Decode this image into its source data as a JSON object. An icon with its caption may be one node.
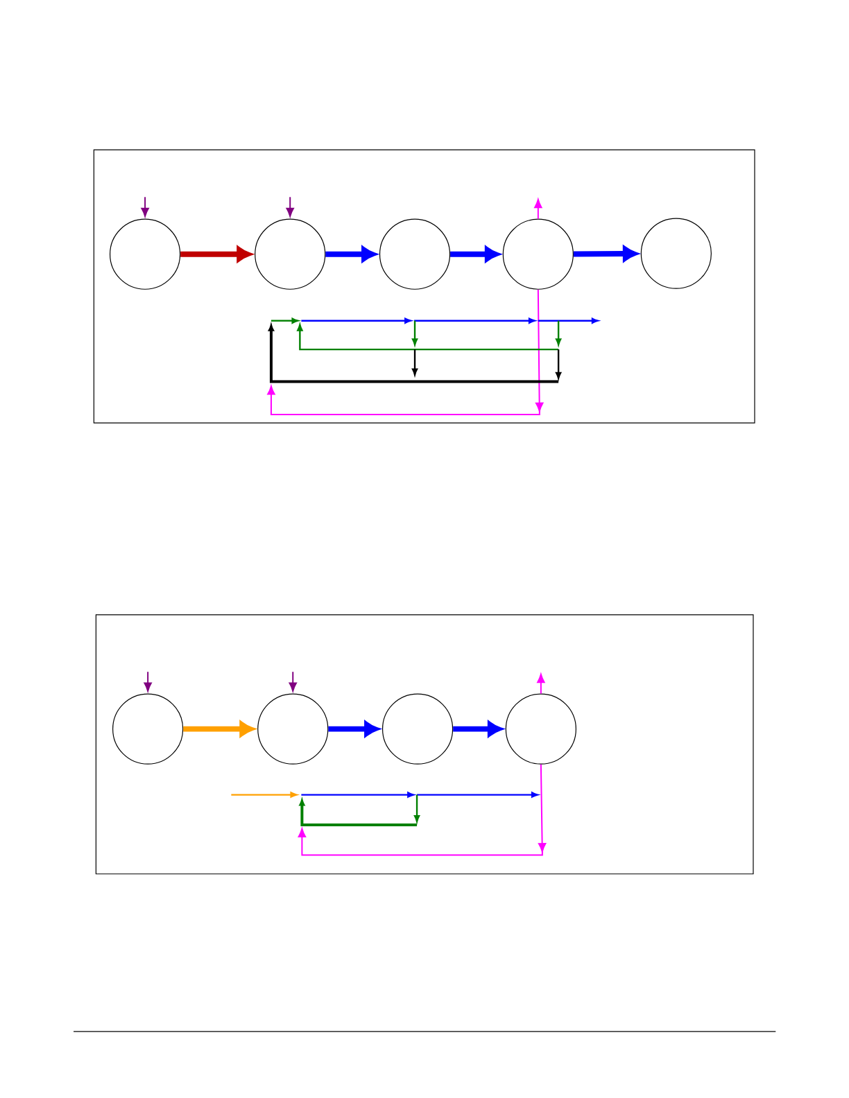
{
  "diagram": {
    "nodes": [
      {
        "text": [],
        "shape": "box"
      },
      {
        "text": [],
        "shape": "circle",
        "in": 0
      },
      {
        "text": [],
        "shape": "circle",
        "in": 0
      },
      {
        "text": [],
        "shape": "circle",
        "in": 0
      },
      {
        "text": [],
        "shape": "circle",
        "in": 0
      },
      {
        "text": [],
        "shape": "circle",
        "in": 0
      },
      {
        "text": [],
        "shape": "box"
      },
      {
        "text": [],
        "shape": "circle",
        "in": 6
      },
      {
        "text": [],
        "shape": "circle",
        "in": 6
      },
      {
        "text": [],
        "shape": "circle",
        "in": 6
      },
      {
        "text": [],
        "shape": "circle",
        "in": 6
      }
    ],
    "edges": [
      {
        "from": null,
        "to": 1,
        "arrow": "to",
        "color": "#800080"
      },
      {
        "from": null,
        "to": 2,
        "arrow": "to",
        "color": "#800080"
      },
      {
        "from": 1,
        "to": 2,
        "arrow": "to",
        "color": "#c00000"
      },
      {
        "from": 2,
        "to": 3,
        "arrow": "to"
      },
      {
        "from": 3,
        "to": 4,
        "arrow": "to"
      },
      {
        "from": 4,
        "to": null,
        "arrow": "to",
        "color": "#ff00ff"
      },
      {
        "from": 4,
        "to": 5,
        "arrow": "to"
      },
      {
        "from": 4,
        "to": null,
        "arrow": "to",
        "color": "#ff00ff"
      },
      {
        "from": null,
        "to": 7,
        "arrow": "to",
        "color": "#800080"
      },
      {
        "from": null,
        "to": 8,
        "arrow": "to",
        "color": "#800080"
      },
      {
        "from": 7,
        "to": 8,
        "arrow": "to",
        "color": "#ffa000"
      },
      {
        "from": 8,
        "to": 9,
        "arrow": "to"
      },
      {
        "from": 9,
        "to": 10,
        "arrow": "to"
      },
      {
        "from": 10,
        "to": null,
        "arrow": "to",
        "color": "#ff00ff"
      },
      {
        "from": 10,
        "to": null,
        "arrow": "to",
        "color": "#ff00ff"
      }
    ]
  }
}
